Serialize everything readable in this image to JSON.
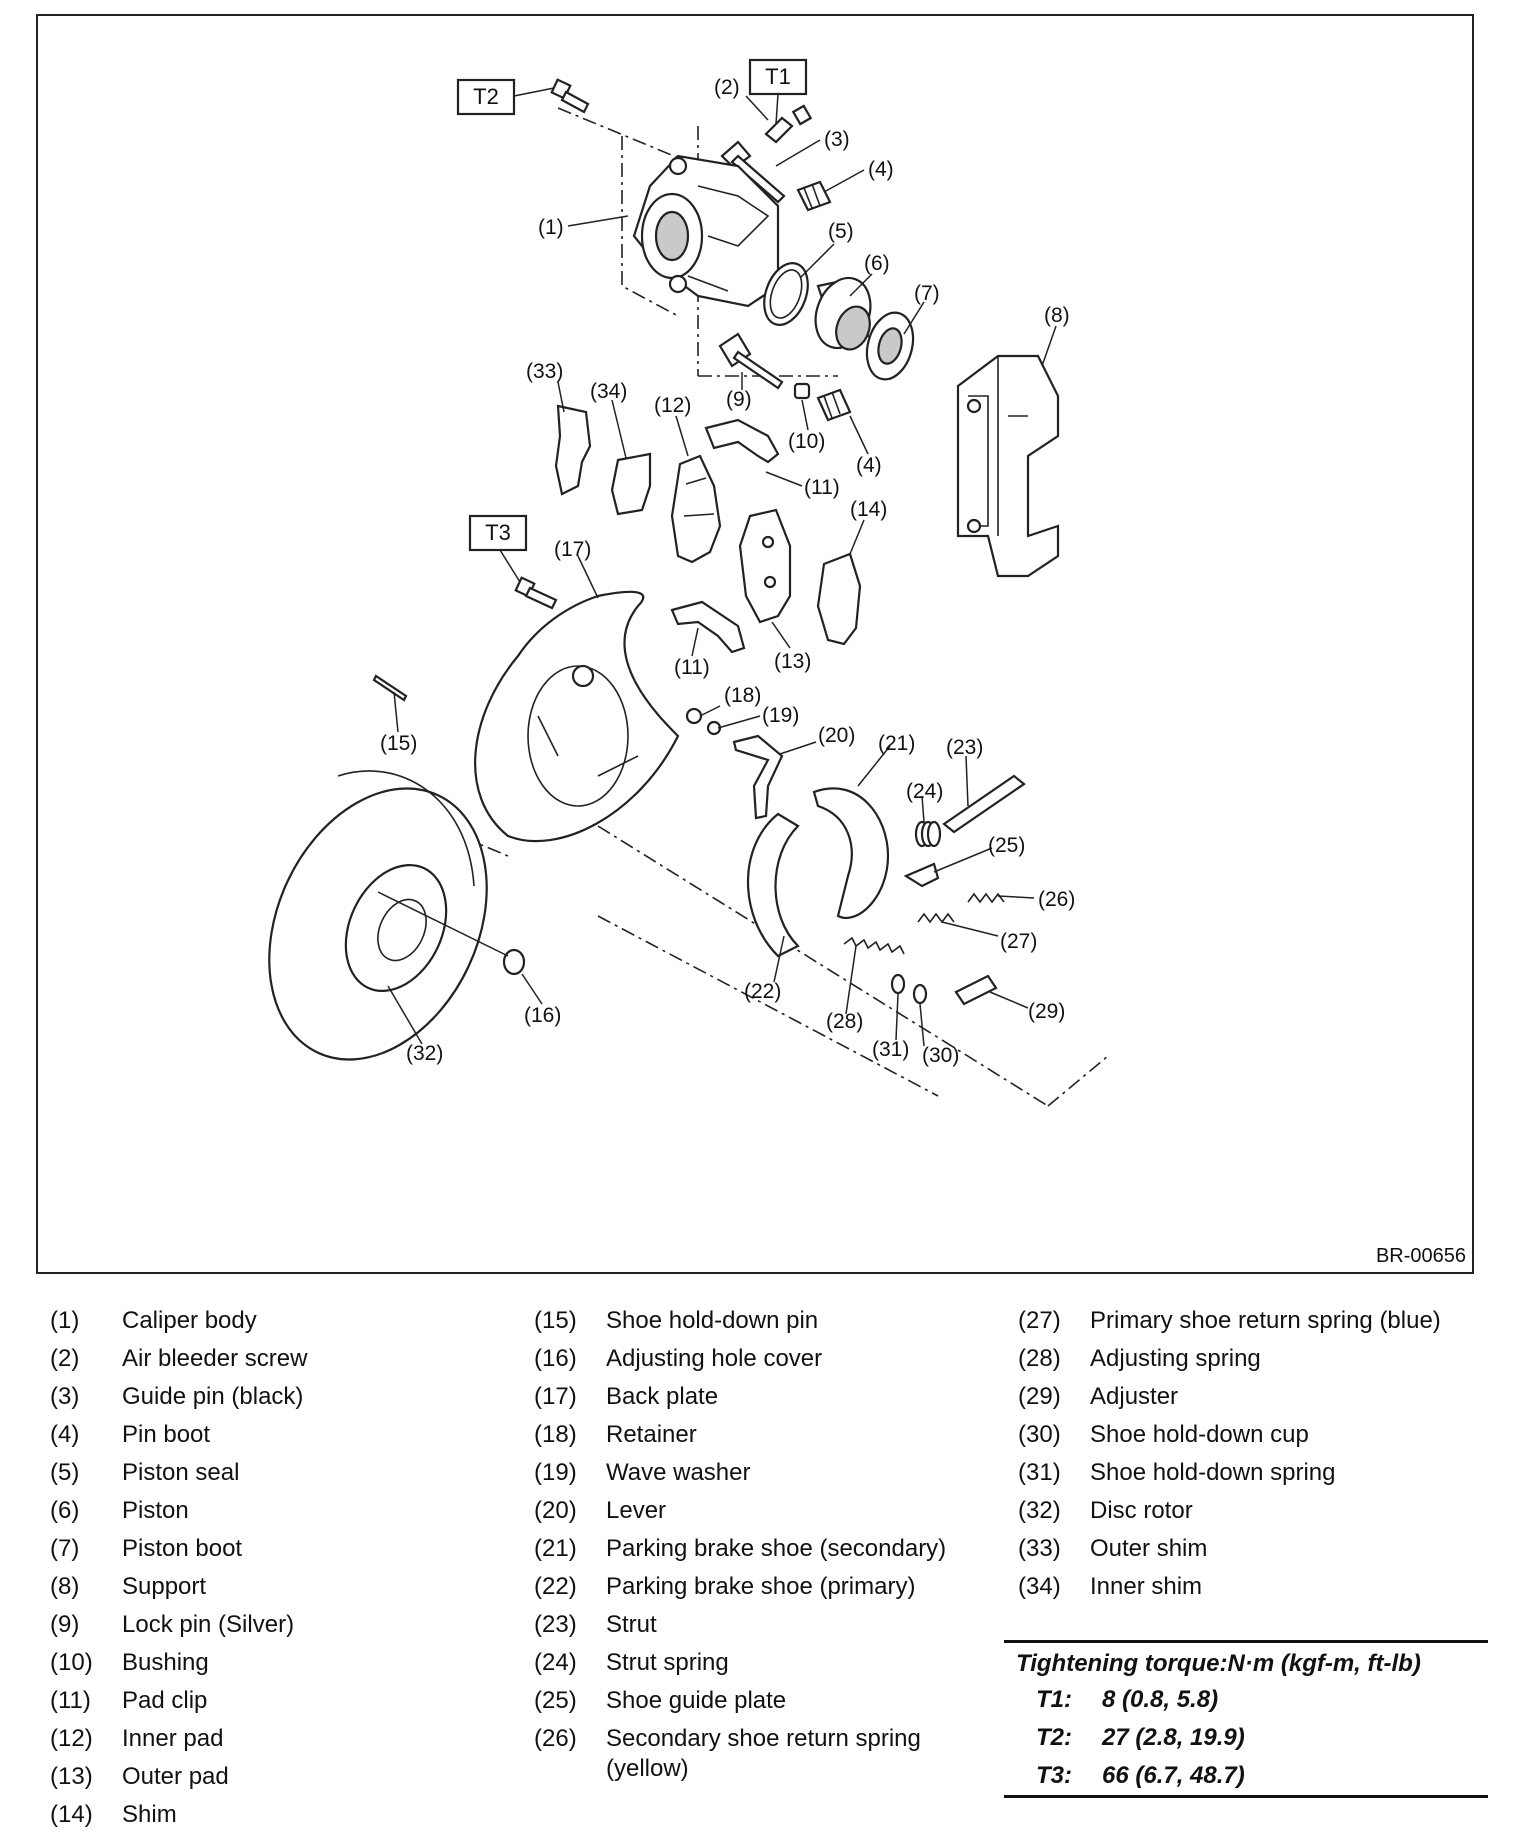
{
  "figure": {
    "drawing_ref": "BR-00656",
    "torque_boxes": [
      {
        "id": "T1",
        "label": "T1"
      },
      {
        "id": "T2",
        "label": "T2"
      },
      {
        "id": "T3",
        "label": "T3"
      }
    ],
    "callouts": [
      "(1)",
      "(2)",
      "(3)",
      "(4)",
      "(5)",
      "(6)",
      "(7)",
      "(8)",
      "(9)",
      "(10)",
      "(4)",
      "(11)",
      "(12)",
      "(13)",
      "(14)",
      "(11)",
      "(15)",
      "(16)",
      "(17)",
      "(18)",
      "(19)",
      "(20)",
      "(21)",
      "(22)",
      "(23)",
      "(24)",
      "(25)",
      "(26)",
      "(27)",
      "(28)",
      "(29)",
      "(30)",
      "(31)",
      "(32)",
      "(33)",
      "(34)"
    ]
  },
  "legend": {
    "col1": [
      {
        "num": "(1)",
        "name": "Caliper body"
      },
      {
        "num": "(2)",
        "name": "Air bleeder screw"
      },
      {
        "num": "(3)",
        "name": "Guide pin (black)"
      },
      {
        "num": "(4)",
        "name": "Pin boot"
      },
      {
        "num": "(5)",
        "name": "Piston seal"
      },
      {
        "num": "(6)",
        "name": "Piston"
      },
      {
        "num": "(7)",
        "name": "Piston boot"
      },
      {
        "num": "(8)",
        "name": "Support"
      },
      {
        "num": "(9)",
        "name": "Lock pin (Silver)"
      },
      {
        "num": "(10)",
        "name": "Bushing"
      },
      {
        "num": "(11)",
        "name": "Pad clip"
      },
      {
        "num": "(12)",
        "name": "Inner pad"
      },
      {
        "num": "(13)",
        "name": "Outer pad"
      },
      {
        "num": "(14)",
        "name": "Shim"
      }
    ],
    "col2": [
      {
        "num": "(15)",
        "name": "Shoe hold-down pin"
      },
      {
        "num": "(16)",
        "name": "Adjusting hole cover"
      },
      {
        "num": "(17)",
        "name": "Back plate"
      },
      {
        "num": "(18)",
        "name": "Retainer"
      },
      {
        "num": "(19)",
        "name": "Wave washer"
      },
      {
        "num": "(20)",
        "name": "Lever"
      },
      {
        "num": "(21)",
        "name": "Parking brake shoe (secondary)"
      },
      {
        "num": "(22)",
        "name": "Parking brake shoe (primary)"
      },
      {
        "num": "(23)",
        "name": "Strut"
      },
      {
        "num": "(24)",
        "name": "Strut spring"
      },
      {
        "num": "(25)",
        "name": "Shoe guide plate"
      },
      {
        "num": "(26)",
        "name": "Secondary shoe return spring (yellow)"
      }
    ],
    "col3": [
      {
        "num": "(27)",
        "name": "Primary shoe return spring (blue)"
      },
      {
        "num": "(28)",
        "name": "Adjusting spring"
      },
      {
        "num": "(29)",
        "name": "Adjuster"
      },
      {
        "num": "(30)",
        "name": "Shoe hold-down cup"
      },
      {
        "num": "(31)",
        "name": "Shoe hold-down spring"
      },
      {
        "num": "(32)",
        "name": "Disc rotor"
      },
      {
        "num": "(33)",
        "name": "Outer shim"
      },
      {
        "num": "(34)",
        "name": "Inner shim"
      }
    ]
  },
  "torque": {
    "title": "Tightening torque:N·m (kgf-m, ft-lb)",
    "rows": [
      {
        "key": "T1:",
        "value": "8 (0.8, 5.8)"
      },
      {
        "key": "T2:",
        "value": "27 (2.8, 19.9)"
      },
      {
        "key": "T3:",
        "value": "66 (6.7, 48.7)"
      }
    ]
  }
}
